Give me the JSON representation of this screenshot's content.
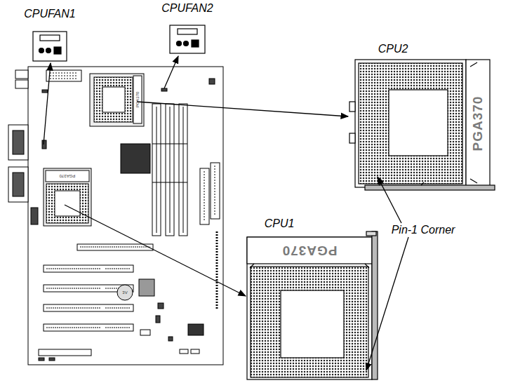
{
  "diagram": {
    "nodes": [
      {
        "text": [
          "CPUFAN1"
        ]
      },
      {
        "text": [
          "CPUFAN2"
        ]
      },
      {
        "text": [
          "CPU2",
          "PGA370"
        ]
      },
      {
        "text": [
          "CPU1",
          "PGA370"
        ]
      }
    ],
    "labels": [
      "Pin-1 Corner",
      "PGA370",
      "PGA370",
      "3V"
    ]
  }
}
